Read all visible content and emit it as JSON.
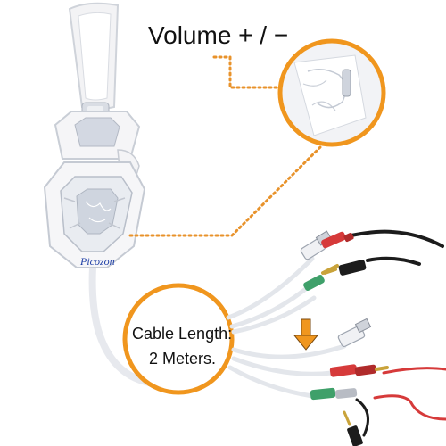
{
  "callouts": {
    "volume": "Volume + / −",
    "cable_length_line1": "Cable Length:",
    "cable_length_line2": "2 Meters."
  },
  "brand": "Picozon",
  "colors": {
    "accent_orange": "#F0961E",
    "leader_dots": "#E8922A",
    "headset_white": "#F4F4F6",
    "cushion_gray": "#D7DCE6",
    "plug_red": "#D63A3A",
    "plug_green": "#3FA06A",
    "cable_black": "#1C1C1C",
    "arrow_orange": "#F0961E"
  },
  "icons": [
    "down-arrow-icon"
  ]
}
